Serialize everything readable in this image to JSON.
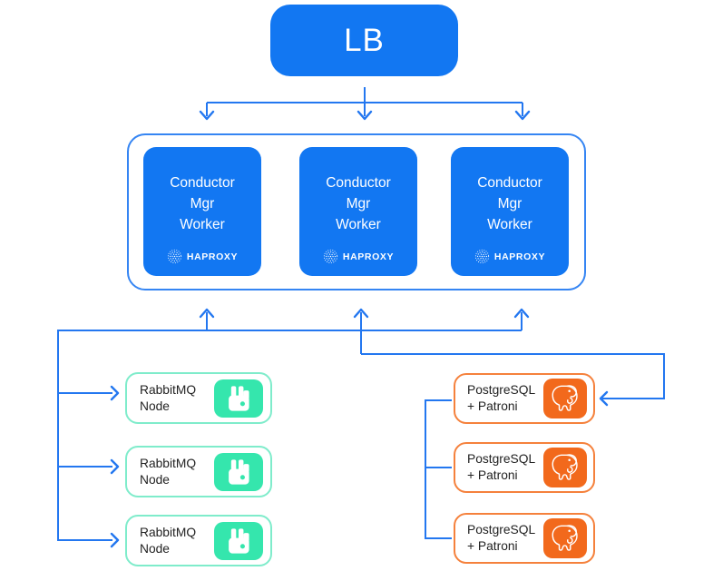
{
  "colors": {
    "node_blue": "#1277f2",
    "line_blue": "#2377f0",
    "cluster_border_blue": "#3585f3",
    "rabbitmq_mint": "#35e6ad",
    "rabbitmq_border": "#7feccb",
    "postgres_orange": "#f2691c",
    "postgres_border": "#f5813c",
    "label_text": "#222222"
  },
  "icons": {
    "haproxy": "haproxy-dot-sphere-icon",
    "rabbitmq": "rabbitmq-rabbit-icon",
    "postgresql": "postgresql-elephant-icon"
  },
  "lb": {
    "label": "LB"
  },
  "cluster": {
    "nodes": [
      {
        "line1": "Conductor",
        "line2": "Mgr",
        "line3": "Worker",
        "logo_label": "HAPROXY"
      },
      {
        "line1": "Conductor",
        "line2": "Mgr",
        "line3": "Worker",
        "logo_label": "HAPROXY"
      },
      {
        "line1": "Conductor",
        "line2": "Mgr",
        "line3": "Worker",
        "logo_label": "HAPROXY"
      }
    ]
  },
  "rabbitmq": {
    "nodes": [
      {
        "line1": "RabbitMQ",
        "line2": "Node"
      },
      {
        "line1": "RabbitMQ",
        "line2": "Node"
      },
      {
        "line1": "RabbitMQ",
        "line2": "Node"
      }
    ]
  },
  "postgres": {
    "nodes": [
      {
        "line1": "PostgreSQL",
        "line2": "+ Patroni"
      },
      {
        "line1": "PostgreSQL",
        "line2": "+ Patroni"
      },
      {
        "line1": "PostgreSQL",
        "line2": "+ Patroni"
      }
    ]
  }
}
